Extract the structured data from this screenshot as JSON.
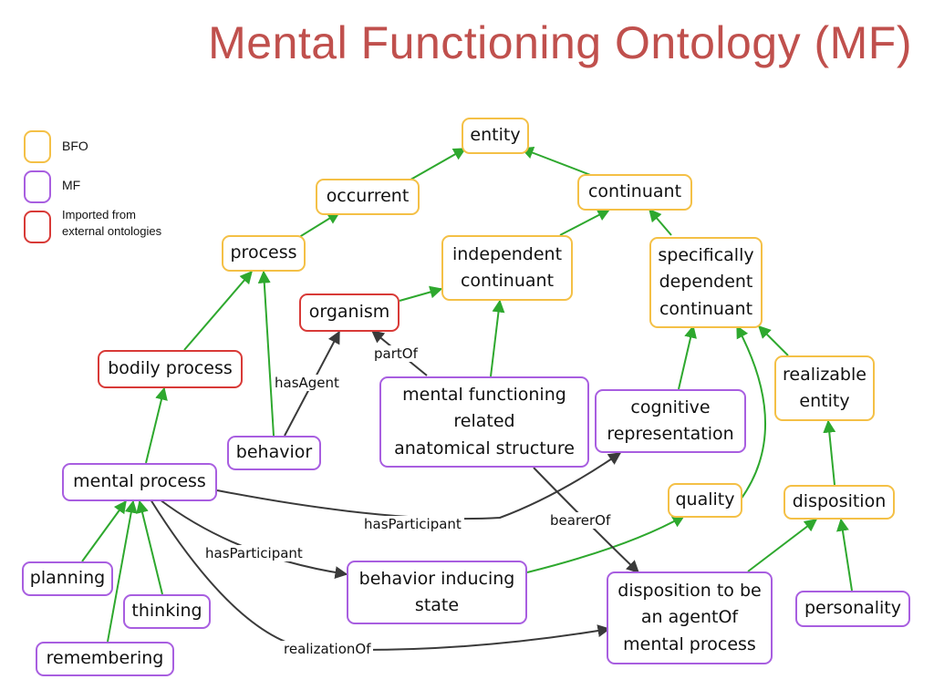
{
  "title": "Mental Functioning Ontology (MF)",
  "colors": {
    "bfo": "#f4c046",
    "mf": "#a85ee0",
    "external": "#d83a37",
    "is_a_edge": "#2ea82e",
    "relation_edge": "#3a3a3a",
    "title": "#c0504d"
  },
  "legend": [
    {
      "label": "BFO"
    },
    {
      "label": "MF"
    },
    {
      "label": "Imported from\nexternal ontologies"
    }
  ],
  "nodes": {
    "entity": "entity",
    "occurrent": "occurrent",
    "continuant": "continuant",
    "process": "process",
    "independent_continuant": "independent\ncontinuant",
    "specifically_dependent_continuant": "specifically\ndependent\ncontinuant",
    "organism": "organism",
    "bodily_process": "bodily process",
    "realizable_entity": "realizable\nentity",
    "behavior": "behavior",
    "mental_functioning_anatomical_structure": "mental functioning\nrelated\nanatomical structure",
    "cognitive_representation": "cognitive\nrepresentation",
    "mental_process": "mental process",
    "quality": "quality",
    "disposition": "disposition",
    "planning": "planning",
    "behavior_inducing_state": "behavior inducing\nstate",
    "disposition_agent": "disposition to be\nan agentOf\nmental process",
    "thinking": "thinking",
    "personality": "personality",
    "remembering": "remembering"
  },
  "relations": {
    "partOf": "partOf",
    "hasAgent": "hasAgent",
    "hasParticipant_1": "hasParticipant",
    "hasParticipant_2": "hasParticipant",
    "bearerOf": "bearerOf",
    "realizationOf": "realizationOf"
  },
  "edges": [
    {
      "from": "occurrent",
      "to": "entity",
      "kind": "is_a"
    },
    {
      "from": "continuant",
      "to": "entity",
      "kind": "is_a"
    },
    {
      "from": "process",
      "to": "occurrent",
      "kind": "is_a"
    },
    {
      "from": "independent_continuant",
      "to": "continuant",
      "kind": "is_a"
    },
    {
      "from": "specifically_dependent_continuant",
      "to": "continuant",
      "kind": "is_a"
    },
    {
      "from": "organism",
      "to": "independent_continuant",
      "kind": "is_a"
    },
    {
      "from": "bodily_process",
      "to": "process",
      "kind": "is_a"
    },
    {
      "from": "behavior",
      "to": "process",
      "kind": "is_a"
    },
    {
      "from": "behavior",
      "to": "organism",
      "kind": "relation",
      "label": "hasAgent"
    },
    {
      "from": "mental_functioning_anatomical_structure",
      "to": "organism",
      "kind": "relation",
      "label": "partOf"
    },
    {
      "from": "mental_functioning_anatomical_structure",
      "to": "independent_continuant",
      "kind": "is_a"
    },
    {
      "from": "cognitive_representation",
      "to": "specifically_dependent_continuant",
      "kind": "is_a"
    },
    {
      "from": "quality",
      "to": "specifically_dependent_continuant",
      "kind": "is_a"
    },
    {
      "from": "realizable_entity",
      "to": "specifically_dependent_continuant",
      "kind": "is_a"
    },
    {
      "from": "disposition",
      "to": "realizable_entity",
      "kind": "is_a"
    },
    {
      "from": "mental_process",
      "to": "bodily_process",
      "kind": "is_a"
    },
    {
      "from": "mental_process",
      "to": "cognitive_representation",
      "kind": "relation",
      "label": "hasParticipant"
    },
    {
      "from": "mental_process",
      "to": "behavior_inducing_state",
      "kind": "relation",
      "label": "hasParticipant"
    },
    {
      "from": "mental_process",
      "to": "disposition_agent",
      "kind": "relation",
      "label": "realizationOf"
    },
    {
      "from": "mental_functioning_anatomical_structure",
      "to": "disposition_agent",
      "kind": "relation",
      "label": "bearerOf"
    },
    {
      "from": "behavior_inducing_state",
      "to": "quality",
      "kind": "is_a"
    },
    {
      "from": "disposition_agent",
      "to": "disposition",
      "kind": "is_a"
    },
    {
      "from": "personality",
      "to": "disposition",
      "kind": "is_a"
    },
    {
      "from": "planning",
      "to": "mental_process",
      "kind": "is_a"
    },
    {
      "from": "thinking",
      "to": "mental_process",
      "kind": "is_a"
    },
    {
      "from": "remembering",
      "to": "mental_process",
      "kind": "is_a"
    }
  ]
}
